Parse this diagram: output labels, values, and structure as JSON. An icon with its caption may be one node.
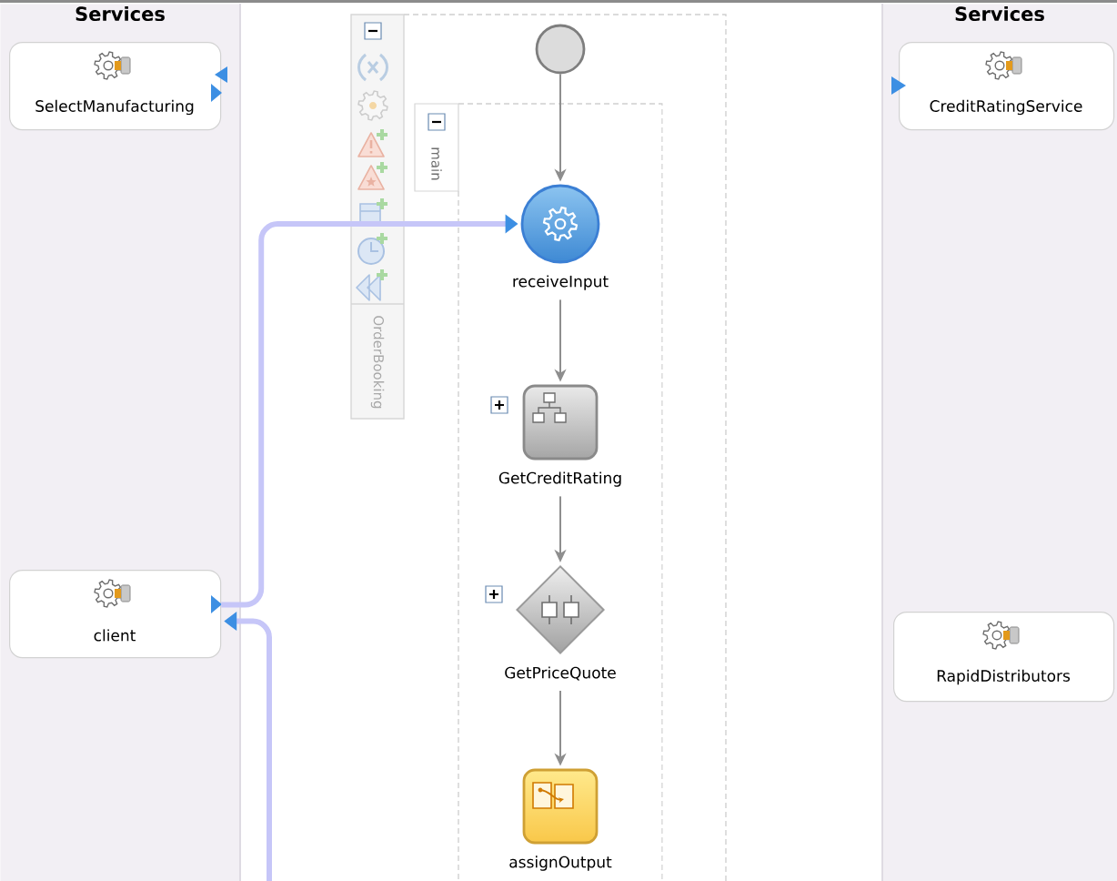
{
  "diagram": {
    "nodes": [
      {
        "text": [
          "Services"
        ]
      },
      {
        "text": [
          "SelectManufacturing"
        ],
        "in": 0
      },
      {
        "text": [
          "client"
        ],
        "in": 0
      },
      {
        "text": [
          "OrderBooking"
        ]
      },
      {
        "text": [],
        "shape": "circle",
        "in": 3
      },
      {
        "text": [
          "main"
        ],
        "in": 3
      },
      {
        "text": [
          "receiveInput"
        ],
        "in": 5
      },
      {
        "text": [
          "GetCreditRating"
        ],
        "in": 5
      },
      {
        "text": [
          "GetPriceQuote"
        ],
        "in": 5
      },
      {
        "text": [
          "assignOutput"
        ],
        "in": 5
      },
      {
        "text": [
          "Services"
        ]
      },
      {
        "text": [
          "CreditRatingService"
        ],
        "in": 10
      },
      {
        "text": [
          "RapidDistributors"
        ],
        "in": 10
      }
    ],
    "edges": [
      {
        "from": 4,
        "to": 6,
        "arrow": "to"
      },
      {
        "from": 6,
        "to": 7,
        "arrow": "to"
      },
      {
        "from": 7,
        "to": 8,
        "arrow": "to"
      },
      {
        "from": 8,
        "to": 9,
        "arrow": "to"
      },
      {
        "from": 2,
        "to": 6,
        "arrow": "to",
        "style": "thick",
        "color": "#c6c6f8"
      },
      {
        "from": null,
        "to": 2,
        "arrow": "to",
        "style": "thick",
        "color": "#c6c6f8"
      }
    ]
  }
}
